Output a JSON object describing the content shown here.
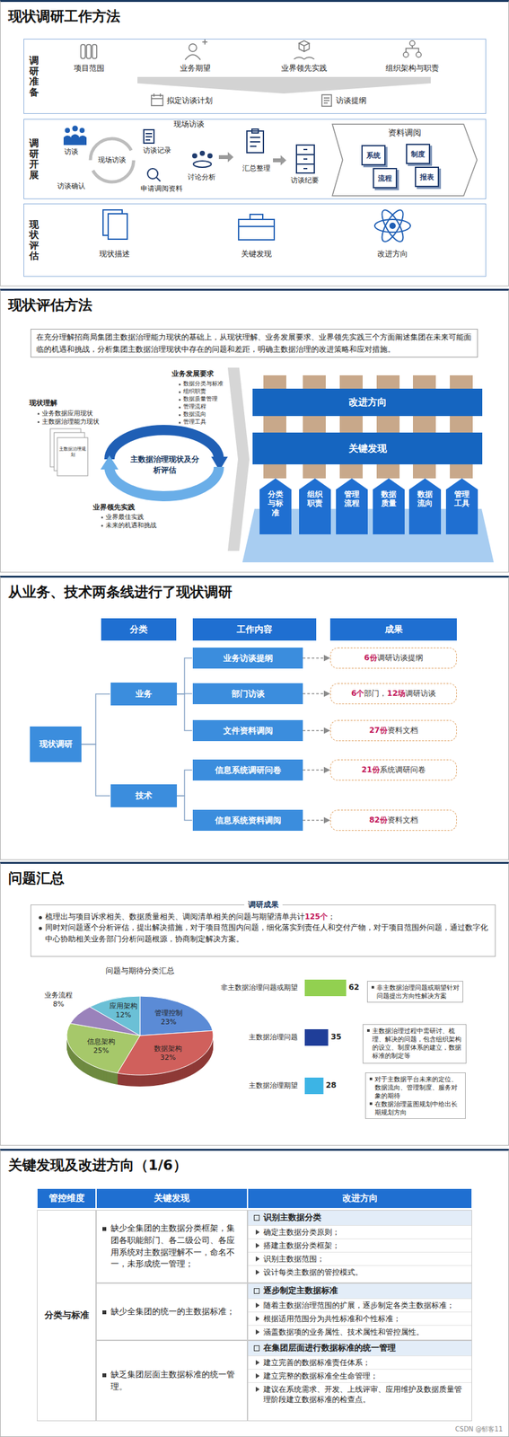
{
  "diagram": {
    "nodes": [
      {
        "text": [
          "现状调研工作方法"
        ]
      },
      {
        "text": [
          "调研准备"
        ],
        "in": 0
      },
      {
        "text": [
          "调研开展"
        ],
        "in": 0
      },
      {
        "text": [
          "资料调阅"
        ],
        "in": 2
      },
      {
        "text": [
          "系统"
        ],
        "in": 3
      },
      {
        "text": [
          "制度"
        ],
        "in": 3
      },
      {
        "text": [
          "流程"
        ],
        "in": 3
      },
      {
        "text": [
          "报表"
        ],
        "in": 3
      },
      {
        "text": [
          "现状评估"
        ],
        "in": 0
      },
      {
        "text": [
          "现状评估方法"
        ]
      },
      {
        "text": [
          "在充分理解招商局集团主数据治理能力现状的基础上，从现状理解、业务发展要求、业界领先实践三个方面阐述集团在未来可能面临的机遇和挑战，分析集团主数据治理现状中存在的问题和差距，明确主数据治理的改进策略和应对措施。"
        ],
        "in": 9
      },
      {
        "text": [
          "主数据治理现状及分析评估"
        ],
        "in": 9
      },
      {
        "text": [
          "改进方向"
        ],
        "in": 9
      },
      {
        "text": [
          "关键发现"
        ],
        "in": 9
      },
      {
        "text": [
          "分类与标准"
        ],
        "in": 9
      },
      {
        "text": [
          "组织职责"
        ],
        "in": 9
      },
      {
        "text": [
          "管理流程"
        ],
        "in": 9
      },
      {
        "text": [
          "数据质量"
        ],
        "in": 9
      },
      {
        "text": [
          "数据流向"
        ],
        "in": 9
      },
      {
        "text": [
          "管理工具"
        ],
        "in": 9
      },
      {
        "text": [
          "从业务、技术两条线进行了现状调研"
        ]
      },
      {
        "text": [
          "分类"
        ],
        "in": 20
      },
      {
        "text": [
          "工作内容"
        ],
        "in": 20
      },
      {
        "text": [
          "成果"
        ],
        "in": 20
      },
      {
        "text": [
          "现状调研"
        ],
        "in": 20
      },
      {
        "text": [
          "业务"
        ],
        "in": 20
      },
      {
        "text": [
          "技术"
        ],
        "in": 20
      },
      {
        "text": [
          "业务访谈提纲"
        ],
        "in": 20
      },
      {
        "text": [
          "部门访谈"
        ],
        "in": 20
      },
      {
        "text": [
          "文件资料调阅"
        ],
        "in": 20
      },
      {
        "text": [
          "信息系统调研问卷"
        ],
        "in": 20
      },
      {
        "text": [
          "信息系统资料调阅"
        ],
        "in": 20
      },
      {
        "text": [
          "6份调研访谈提纲"
        ],
        "in": 20
      },
      {
        "text": [
          "6个部门，12场调研访谈"
        ],
        "in": 20
      },
      {
        "text": [
          "27份资料文档"
        ],
        "in": 20
      },
      {
        "text": [
          "21份系统调研问卷"
        ],
        "in": 20
      },
      {
        "text": [
          "82份资料文档"
        ],
        "in": 20
      },
      {
        "text": [
          "问题汇总"
        ]
      },
      {
        "text": [
          "调研成果",
          "梳理出与项目诉求相关、数据质量相关、调阅清单相关的问题与期望清单共计125个；",
          "同时对问题逐个分析评估，提出解决措施，对于项目范围内问题，细化落实到责任人和交付产物，对于项目范围外问题，通过数字化中心协助相关业务部门分析问题根源，协商制定解决方案。"
        ],
        "in": 37
      },
      {
        "text": [
          "非主数据治理问题或期望针对问题提出方向性解决方案"
        ],
        "in": 37
      },
      {
        "text": [
          "主数据治理过程中需研讨、梳理、解决的问题，包含组织架构的设立、制度体系的建立，数据标准的制定等"
        ],
        "in": 37
      },
      {
        "text": [
          "对于主数据平台未来的定位、数据流向、管理制度、服务对象的期待",
          "在数据治理蓝图规划中给出长期规划方向"
        ],
        "in": 37
      },
      {
        "text": [
          "关键发现及改进方向（1/6）"
        ]
      }
    ],
    "edges": [
      {
        "from": 24,
        "to": 25,
        "arrow": "none"
      },
      {
        "from": 24,
        "to": 26,
        "arrow": "none"
      },
      {
        "from": 25,
        "to": 27,
        "arrow": "none"
      },
      {
        "from": 25,
        "to": 28,
        "arrow": "none"
      },
      {
        "from": 25,
        "to": 29,
        "arrow": "none"
      },
      {
        "from": 26,
        "to": 30,
        "arrow": "none"
      },
      {
        "from": 26,
        "to": 31,
        "arrow": "none"
      },
      {
        "from": 27,
        "to": 32,
        "arrow": "to"
      },
      {
        "from": 28,
        "to": 33,
        "arrow": "to"
      },
      {
        "from": 29,
        "to": 34,
        "arrow": "to"
      },
      {
        "from": 30,
        "to": 35,
        "arrow": "to"
      },
      {
        "from": 31,
        "to": 36,
        "arrow": "to"
      }
    ],
    "labels": [
      "项目范围",
      "业务期望",
      "业界领先实践",
      "组织架构与职责",
      "拟定访谈计划",
      "访谈提纲",
      "访谈",
      "访谈确认",
      "现场访谈",
      "现场访谈",
      "访谈记录",
      "申请调阅资料",
      "讨论分析",
      "汇总整理",
      "访谈纪要",
      "现状描述",
      "关键发现",
      "改进方向",
      "现状理解",
      "业务数据应用现状",
      "主数据治理能力现状",
      "主数据治理规划",
      "业务发展要求",
      "数据分类与标准",
      "组织职责",
      "数据质量管理",
      "管理流程",
      "数据流向",
      "管理工具",
      "业界领先实践",
      "业界最佳实践",
      "未来的机遇和挑战",
      "问题与期待分类汇总",
      "管理控制",
      "23%",
      "数据架构",
      "32%",
      "信息架构",
      "25%",
      "业务流程",
      "8%",
      "应用架构",
      "12%",
      "非主数据治理问题或期望",
      "62",
      "主数据治理问题",
      "35",
      "主数据治理期望",
      "28",
      "管控维度",
      "关键发现",
      "改进方向",
      "分类与标准",
      "缺少全集团的主数据分类框架，集团各职能部门、各二级公司、各应用系统对主数据理解不一，命名不一，未形成统一管理；",
      "识别主数据分类",
      "确定主数据分类原则；",
      "搭建主数据分类框架；",
      "识别主数据范围；",
      "设计每类主数据的管控模式。",
      "缺少全集团的统一的主数据标准；",
      "逐步制定主数据标准",
      "随着主数据治理范围的扩展，逐步制定各类主数据标准；",
      "根据适用范围分为共性标准和个性标准；",
      "涵盖数据项的业务属性、技术属性和管控属性。",
      "缺乏集团层面主数据标准的统一管理。",
      "在集团层面进行数据标准的统一管理",
      "建立完善的数据标准责任体系；",
      "建立完整的数据标准全生命管理；",
      "建议在系统需求、开发、上线评审、应用维护及数据质量管理阶段建立数据标准的检查点。",
      "CSDN @郁客11"
    ]
  }
}
